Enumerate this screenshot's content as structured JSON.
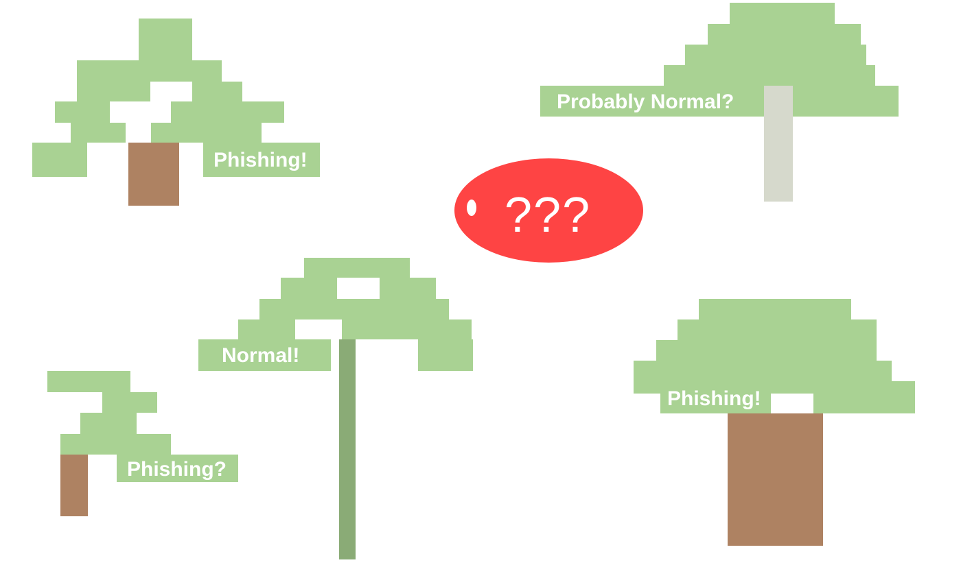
{
  "labels": {
    "tree_top_left": "Phishing!",
    "tree_top_right": "Probably Normal?",
    "tree_bottom_left": "Phishing?",
    "tree_center": "Normal!",
    "tree_bottom_right": "Phishing!"
  },
  "bubble": {
    "text": "???"
  },
  "colors": {
    "foliage": "#a9d293",
    "trunk_brown": "#ae8262",
    "trunk_green": "#8aab76",
    "trunk_gray": "#d6d9cc",
    "bubble": "#fe4444",
    "label_text": "#ffffff",
    "background": "#ffffff"
  }
}
